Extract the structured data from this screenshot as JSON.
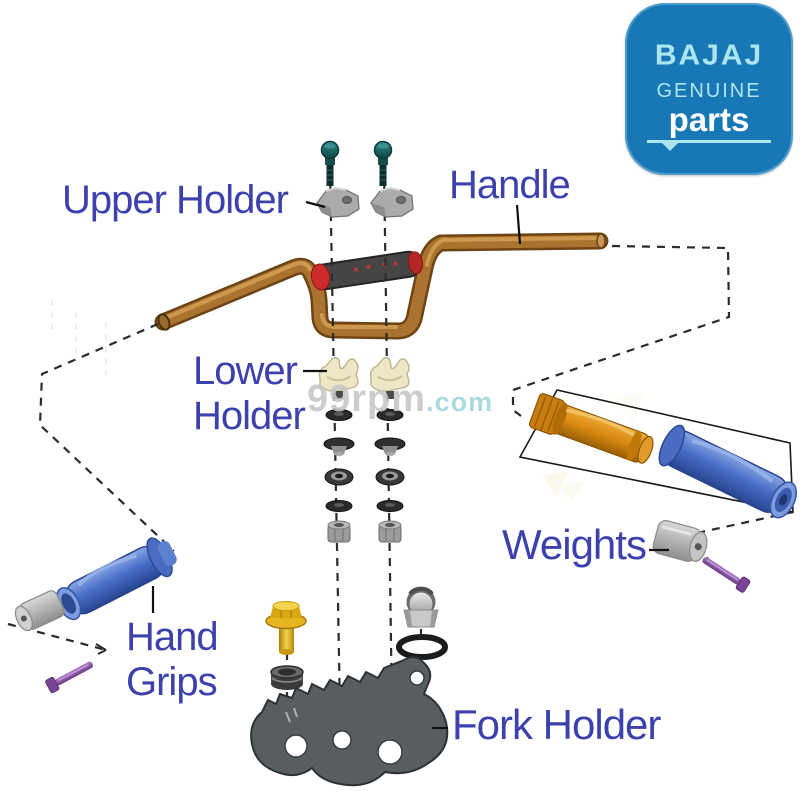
{
  "logo": {
    "brand": "BAJAJ",
    "genuine": "GENUINE",
    "parts": "parts",
    "bg_color": "#1878b6",
    "text_color": "#ace4ef",
    "parts_color": "#ffffff"
  },
  "watermark": {
    "site": "99rpm",
    "tld": ".com",
    "site_color": "#c6c6c6",
    "tld_color": "#9ed6da"
  },
  "labels": {
    "upper_holder": "Upper Holder",
    "handle": "Handle",
    "lower_holder_line1": "Lower",
    "lower_holder_line2": "Holder",
    "weights": "Weights",
    "hand_grips_line1": "Hand",
    "hand_grips_line2": "Grips",
    "fork_holder": "Fork Holder"
  },
  "label_color": "#3d41ad",
  "parts_depicted": [
    "handlebar-tube",
    "crossbar-pad",
    "upper-holder-bolts",
    "upper-holder-clamps",
    "lower-holder-clamps",
    "washer-and-nut-stacks",
    "gold-flange-bolt",
    "rubber-bushing",
    "dome-nut",
    "o-ring",
    "fork-holder-plate",
    "hand-grip-left",
    "bar-end-weight-left",
    "grip-screw-left",
    "bar-weight-orange",
    "hand-grip-right",
    "bar-end-weight-right",
    "grip-screw-right"
  ],
  "colors": {
    "handlebar_copper": "#aa7430",
    "pad_gray": "#454545",
    "pad_red": "#cc2b2b",
    "bolt_teal": "#1f6b6b",
    "holder_metal_gray": "#ababab",
    "lower_holder_cream": "#ede7c5",
    "grip_blue": "#4a6fc8",
    "weight_orange": "#d8890f",
    "screw_purple": "#8a50a8",
    "bolt_gold": "#e6b41e",
    "plate_gray": "#585d60",
    "dash_black": "#2b2b2b"
  }
}
